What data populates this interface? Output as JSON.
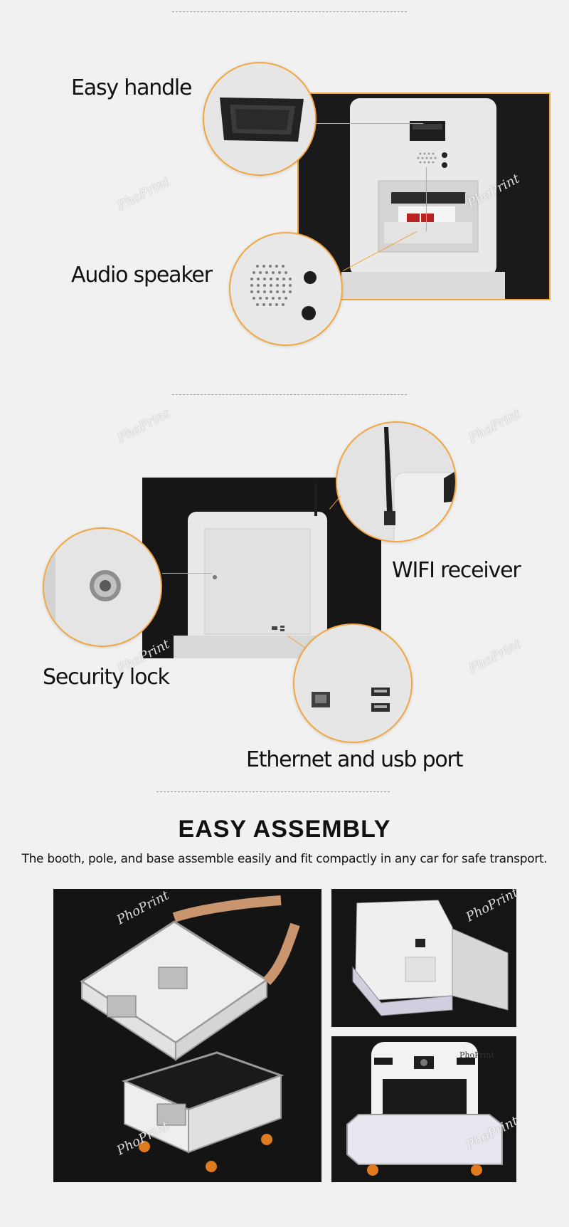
{
  "features": {
    "handle_label": "Easy handle",
    "speaker_label": "Audio speaker",
    "wifi_label": "WIFI receiver",
    "lock_label": "Security lock",
    "ports_label": "Ethernet and  usb port"
  },
  "assembly": {
    "title": "EASY ASSEMBLY",
    "description": "The booth, pole, and base assemble easily and fit compactly in any car for safe transport."
  },
  "brand": {
    "watermark": "PhoPrint",
    "booth_logo": "PhoPrint"
  },
  "colors": {
    "accent": "#f0a33c",
    "background": "#f1f1f1",
    "photo_bg": "#171717"
  }
}
